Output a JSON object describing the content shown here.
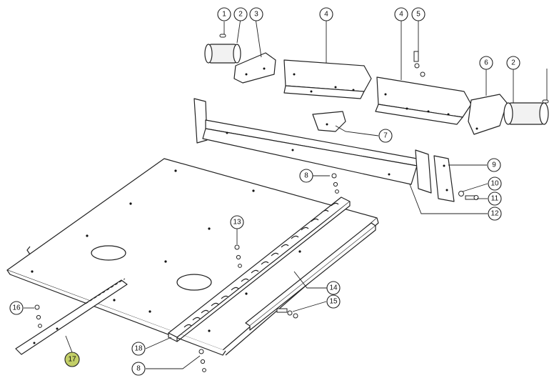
{
  "diagram": {
    "callouts": [
      {
        "id": "c1",
        "label": "1"
      },
      {
        "id": "c2a",
        "label": "2"
      },
      {
        "id": "c3",
        "label": "3"
      },
      {
        "id": "c4a",
        "label": "4"
      },
      {
        "id": "c4b",
        "label": "4"
      },
      {
        "id": "c5",
        "label": "5"
      },
      {
        "id": "c6",
        "label": "6"
      },
      {
        "id": "c2b",
        "label": "2"
      },
      {
        "id": "c7",
        "label": "7"
      },
      {
        "id": "c8a",
        "label": "8"
      },
      {
        "id": "c9",
        "label": "9"
      },
      {
        "id": "c10",
        "label": "10"
      },
      {
        "id": "c11",
        "label": "11"
      },
      {
        "id": "c12",
        "label": "12"
      },
      {
        "id": "c13",
        "label": "13"
      },
      {
        "id": "c14",
        "label": "14"
      },
      {
        "id": "c15",
        "label": "15"
      },
      {
        "id": "c16",
        "label": "16"
      },
      {
        "id": "c17",
        "label": "17",
        "highlighted": true
      },
      {
        "id": "c18",
        "label": "18"
      },
      {
        "id": "c8b",
        "label": "8"
      }
    ],
    "highlight_color": "#c3cf67"
  }
}
